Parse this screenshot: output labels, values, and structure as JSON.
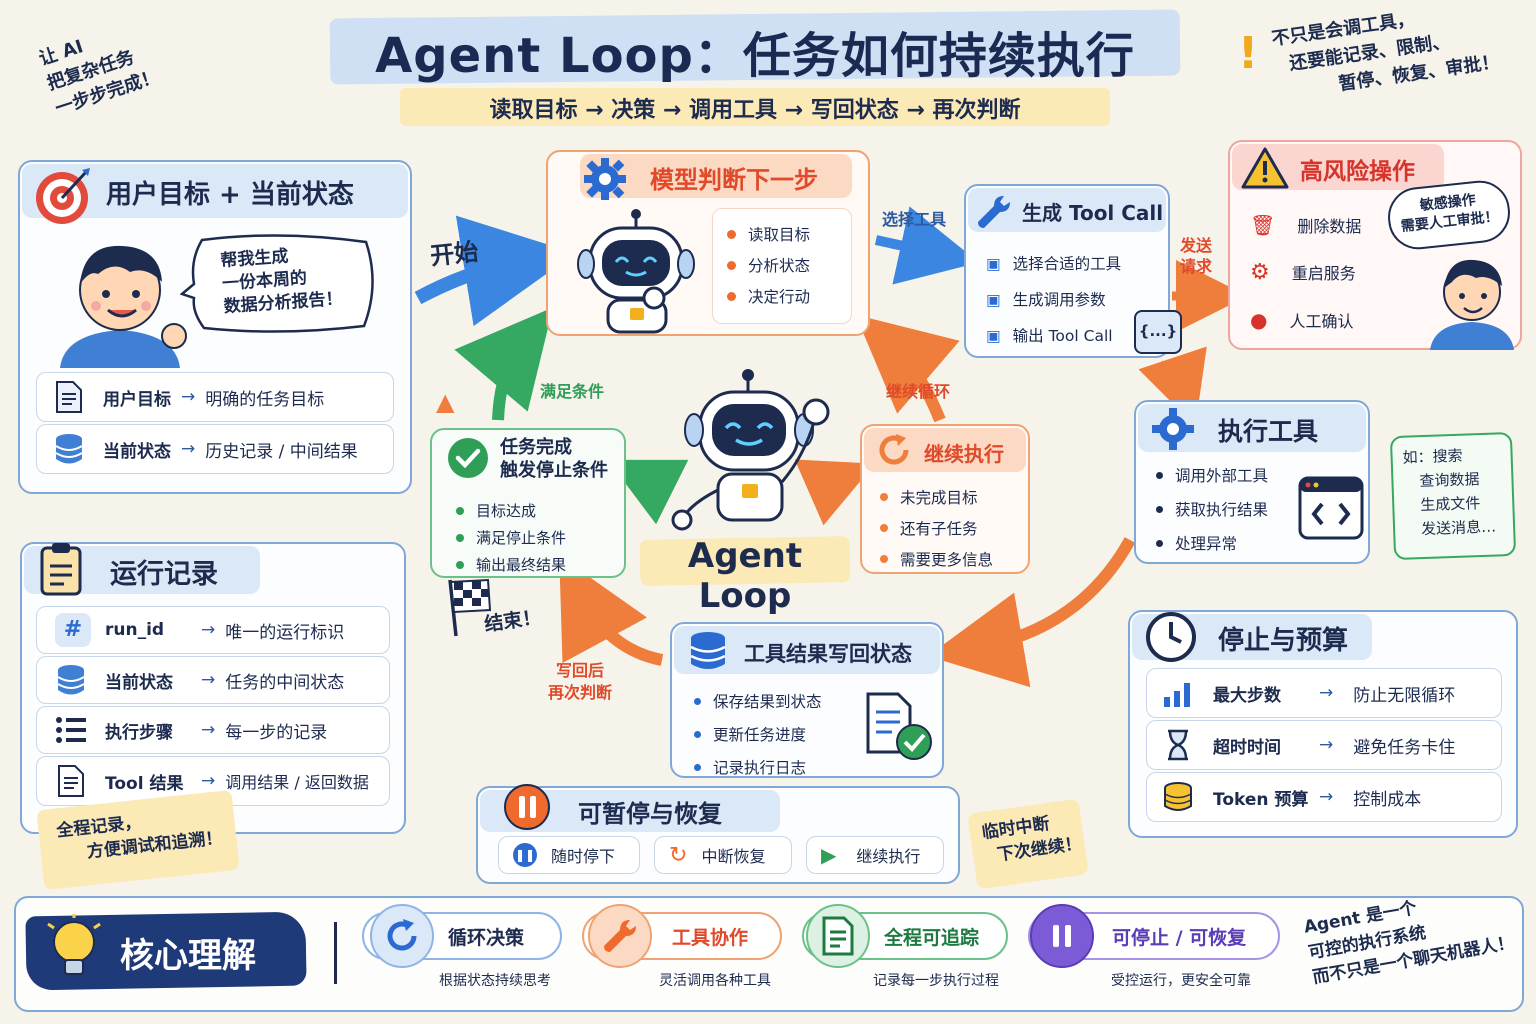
{
  "title": "Agent Loop：任务如何持续执行",
  "subtitle": "读取目标 → 决策 → 调用工具 → 写回状态 → 再次判断",
  "corner_left": [
    "让 AI",
    "把复杂任务",
    "一步步完成！"
  ],
  "corner_right": [
    "不只是会调工具，",
    "还要能记录、限制、",
    "暂停、恢复、审批！"
  ],
  "goal_card": {
    "title": "用户目标 + 当前状态",
    "speech": [
      "帮我生成",
      "一份本周的",
      "数据分析报告！"
    ],
    "rows": [
      {
        "key": "用户目标",
        "value": "明确的任务目标"
      },
      {
        "key": "当前状态",
        "value": "历史记录 / 中间结果"
      }
    ]
  },
  "start_label": "开始",
  "model_card": {
    "title": "模型判断下一步",
    "items": [
      "读取目标",
      "分析状态",
      "决定行动"
    ]
  },
  "select_tool_label": "选择工具",
  "toolcall_card": {
    "title": "生成 Tool Call",
    "items": [
      "选择合适的工具",
      "生成调用参数",
      "输出 Tool Call"
    ],
    "badge": "{...}"
  },
  "send_request_label": [
    "发送",
    "请求"
  ],
  "risk_card": {
    "title": "高风险操作",
    "items": [
      "删除数据",
      "重启服务",
      "人工确认"
    ],
    "speech": [
      "敏感操作",
      "需要人工审批！"
    ]
  },
  "exec_card": {
    "title": "执行工具",
    "items": [
      "调用外部工具",
      "获取执行结果",
      "处理异常"
    ],
    "example": [
      "如：搜索",
      "查询数据",
      "生成文件",
      "发送消息…"
    ]
  },
  "center_label": "Agent Loop",
  "done_card": {
    "title": [
      "任务完成",
      "触发停止条件"
    ],
    "items": [
      "目标达成",
      "满足停止条件",
      "输出最终结果"
    ]
  },
  "satisfy_label": "满足条件",
  "end_label": "结束！",
  "continue_card": {
    "title": "继续执行",
    "items": [
      "未完成目标",
      "还有子任务",
      "需要更多信息"
    ]
  },
  "continue_loop_label": "继续循环",
  "writeback_card": {
    "title": "工具结果写回状态",
    "items": [
      "保存结果到状态",
      "更新任务进度",
      "记录执行日志"
    ]
  },
  "rejudge_label": [
    "写回后",
    "再次判断"
  ],
  "log_card": {
    "title": "运行记录",
    "rows": [
      {
        "key": "run_id",
        "value": "唯一的运行标识"
      },
      {
        "key": "当前状态",
        "value": "任务的中间状态"
      },
      {
        "key": "执行步骤",
        "value": "每一步的记录"
      },
      {
        "key": "Tool 结果",
        "value": "调用结果 / 返回数据"
      }
    ],
    "note": [
      "全程记录，",
      "方便调试和追溯！"
    ]
  },
  "budget_card": {
    "title": "停止与预算",
    "rows": [
      {
        "key": "最大步数",
        "value": "防止无限循环"
      },
      {
        "key": "超时时间",
        "value": "避免任务卡住"
      },
      {
        "key": "Token 预算",
        "value": "控制成本"
      }
    ]
  },
  "pause_card": {
    "title": "可暂停与恢复",
    "buttons": [
      "随时停下",
      "中断恢复",
      "继续执行"
    ],
    "note": [
      "临时中断",
      "下次继续！"
    ]
  },
  "core": {
    "title": "核心理解",
    "items": [
      {
        "title": "循环决策",
        "sub": "根据状态持续思考"
      },
      {
        "title": "工具协作",
        "sub": "灵活调用各种工具"
      },
      {
        "title": "全程可追踪",
        "sub": "记录每一步执行过程"
      },
      {
        "title": "可停止 / 可恢复",
        "sub": "受控运行，更安全可靠"
      }
    ],
    "conclusion": [
      "Agent 是一个",
      "可控的执行系统",
      "而不只是一个聊天机器人！"
    ]
  },
  "colors": {
    "navy": "#1d2b4f",
    "blue": "#3a78d8",
    "orange": "#ef7d3c",
    "green": "#2f9e57",
    "red": "#e04a3a",
    "purple": "#7b5bd6"
  }
}
